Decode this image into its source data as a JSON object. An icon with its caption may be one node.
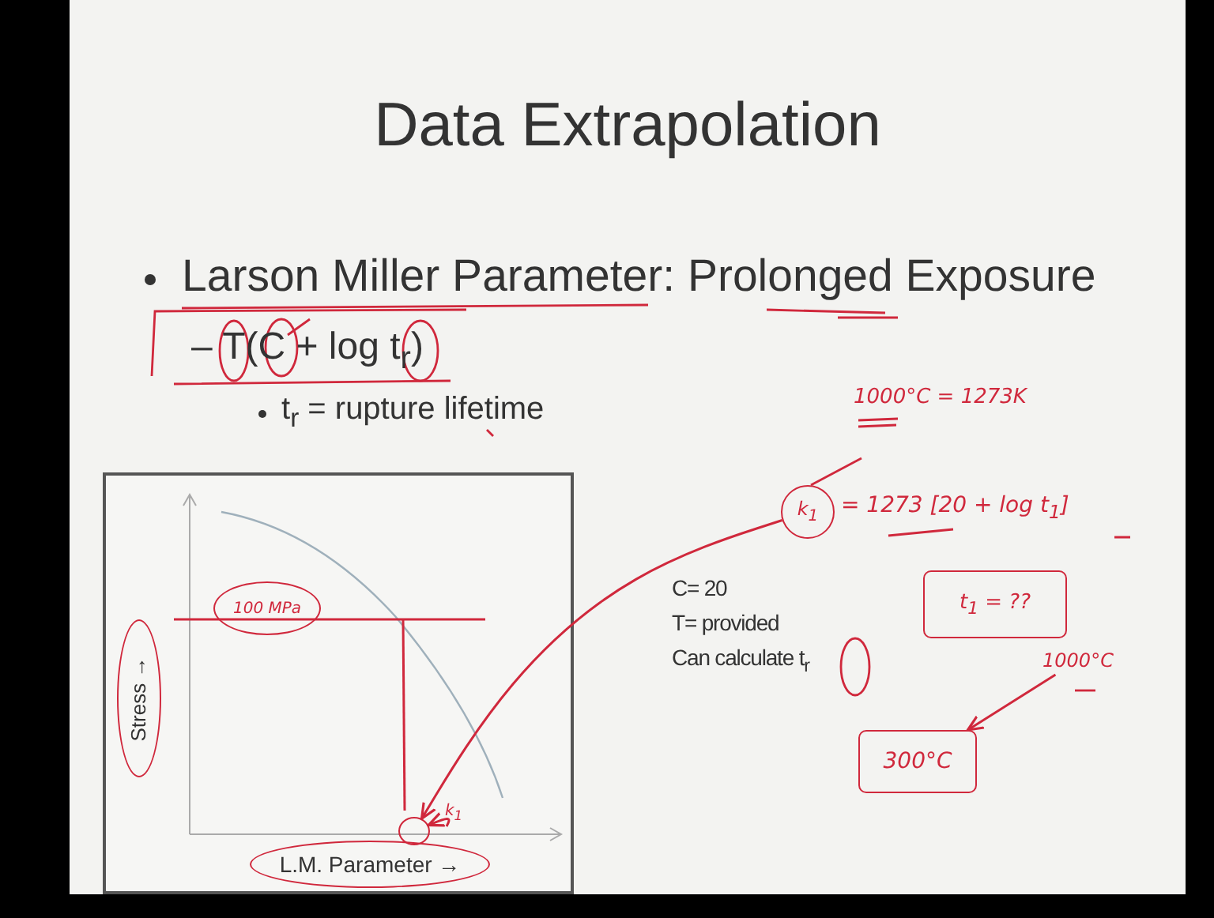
{
  "diagram": {
    "title": "Data Extrapolation",
    "nodes": [
      {
        "text": [
          "k$_{1}$"
        ]
      },
      {
        "text": [],
        "shape": "circle"
      },
      {
        "text": [
          "t$_{1}$ = ??"
        ]
      },
      {
        "text": [
          "1000°C"
        ]
      },
      {
        "text": [
          "300°C"
        ]
      },
      {
        "text": [
          "100 MPa"
        ]
      },
      {
        "text": [
          "Stress →"
        ]
      },
      {
        "text": [
          "L.M. Parameter →"
        ]
      },
      {
        "text": [
          "k$_{1}$"
        ]
      }
    ],
    "edges": [
      {
        "from": 0,
        "to": 1,
        "arrow": "to"
      },
      {
        "from": 3,
        "to": 4,
        "arrow": "to"
      },
      {
        "from": 8,
        "to": 1,
        "arrow": "to"
      }
    ],
    "labels": [
      "Larson Miller Parameter: Prolonged Exposure",
      "– T(C + log t$_{r}$)",
      "t$_{r}$ = rupture lifetime",
      "1000°C = 1273K",
      "= 1273 [20 + log t$_{1}$]",
      "C= 20",
      "T= provided",
      "Can calculate t$_{r}$"
    ]
  }
}
